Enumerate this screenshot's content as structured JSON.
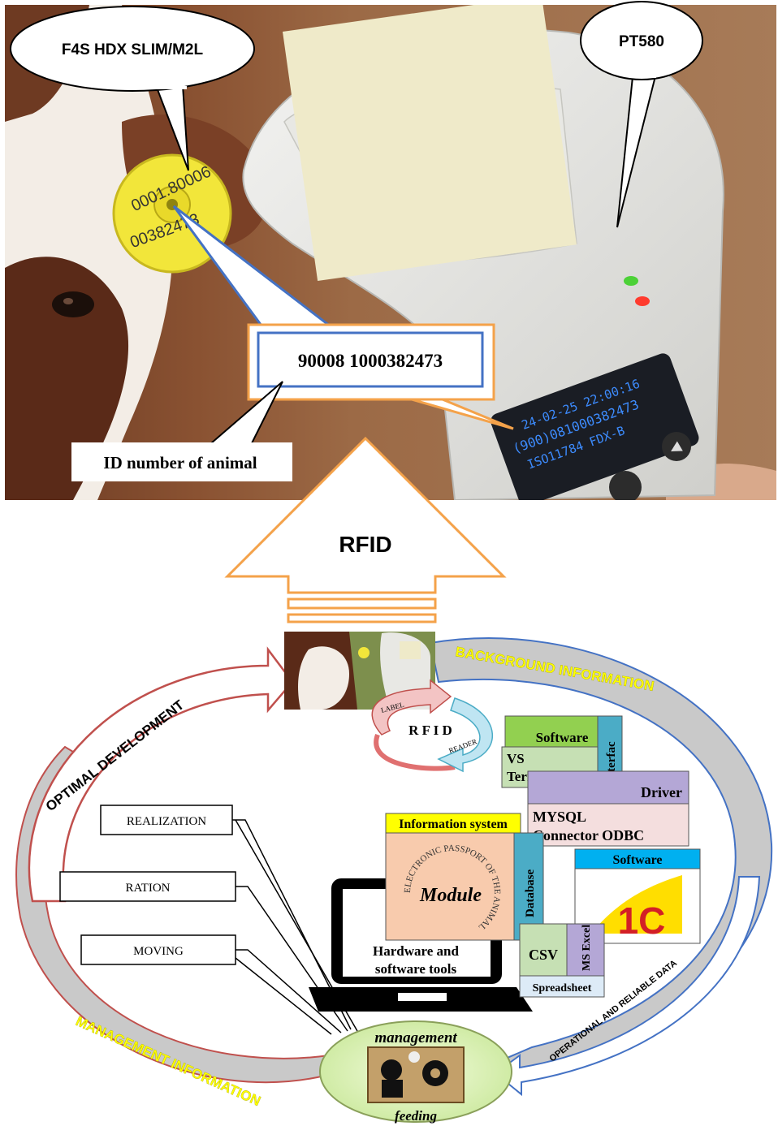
{
  "photo": {
    "tag_label": "F4S HDX SLIM/M2L",
    "reader_label": "PT580",
    "tag_digits_line1": "0001.80006",
    "tag_digits_line2": "00382473",
    "id_number": "90008 1000382473",
    "id_caption": "ID number of animal",
    "screen_line1": "24-02-25 22:00:16",
    "screen_line2": "(900)081000382473",
    "screen_line3": "ISO11784 FDX-B"
  },
  "arrow": {
    "label": "RFID"
  },
  "cycle": {
    "optimal_development": "OPTIMAL DEVELOPMENT",
    "background_information": "BACKGROUND INFORMATION",
    "management_information": "MANAGEMENT INFORMATION",
    "operational_data": "OPERATIONAL AND RELIABLE DATA"
  },
  "rfid_loop": {
    "label": "LABEL",
    "center": "R F I D",
    "reader": "READER"
  },
  "software_box": {
    "title": "Software",
    "body_line1": "VS",
    "body_line2": "Terminal",
    "side": "Interfac"
  },
  "driver_box": {
    "title": "Driver",
    "body_line1": "MYSQL",
    "body_line2": "Connector ODBC"
  },
  "info_system": {
    "title": "Information system",
    "module": "Module",
    "ring_text": "ELECTRONIC PASSPORT OF THE ANIMAL",
    "side": "Database"
  },
  "software_1c": {
    "title": "Software",
    "logo": "1С"
  },
  "spreadsheet": {
    "csv": "CSV",
    "excel": "MS Excel",
    "footer": "Spreadsheet"
  },
  "laptop": {
    "line1": "Hardware and",
    "line2": "software tools"
  },
  "left_boxes": [
    "REALIZATION",
    "RATION",
    "MOVING"
  ],
  "management": {
    "top": "management",
    "bottom": "feeding"
  },
  "colors": {
    "orange": "#f4a24a",
    "blue": "#4472c4",
    "red": "#c0504d",
    "yellow": "#ffff00",
    "green": "#92d050",
    "purple": "#b4a7d6",
    "teal": "#4bacc6"
  }
}
